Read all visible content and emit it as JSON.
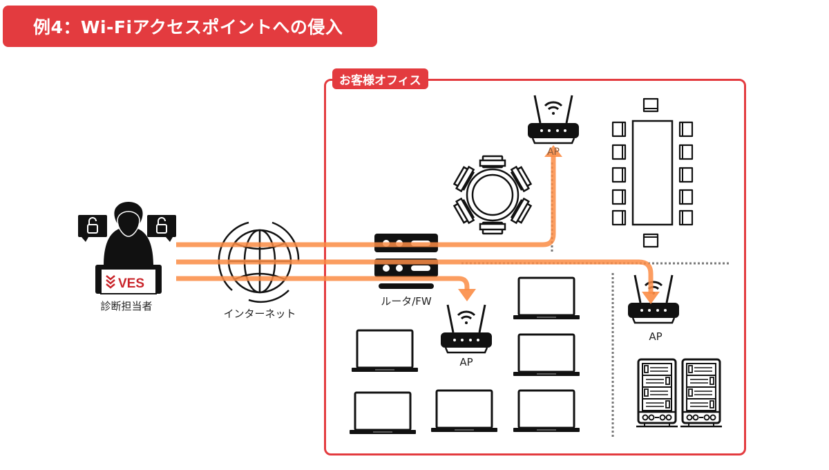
{
  "title": "例4：Wi-Fiアクセスポイントへの侵入",
  "office": {
    "label": "お客様オフィス"
  },
  "attacker": {
    "label": "診断担当者",
    "laptop_logo": "VES",
    "badge_icon": "unlock-icon"
  },
  "internet": {
    "label": "インターネット"
  },
  "router": {
    "label": "ルータ/FW"
  },
  "access_points": [
    {
      "id": "ap-meeting",
      "label": "AP"
    },
    {
      "id": "ap-office",
      "label": "AP"
    },
    {
      "id": "ap-server",
      "label": "AP"
    }
  ],
  "laptops_count": 6,
  "servers_count": 2,
  "colors": {
    "accent": "#e33b3f",
    "path": "#fb8c45",
    "icon": "#111111",
    "divider": "#777777"
  }
}
